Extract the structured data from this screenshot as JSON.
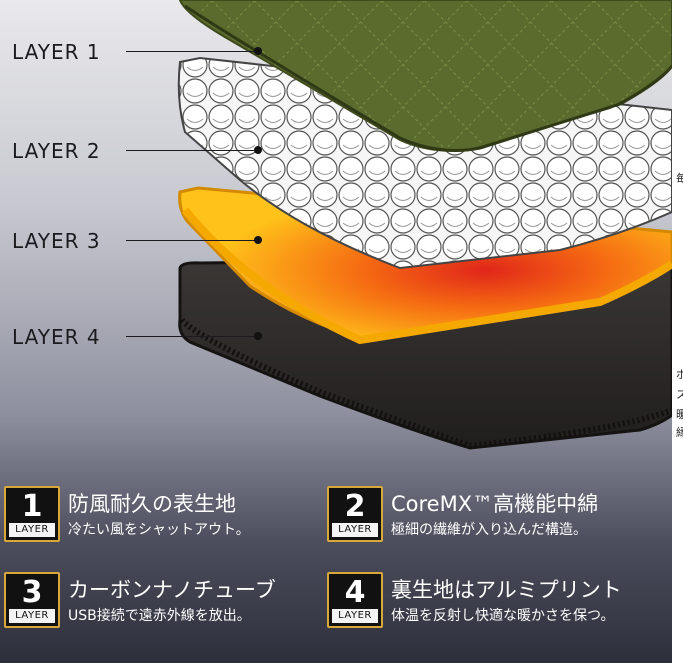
{
  "layer_labels": [
    "LAYER 1",
    "LAYER 2",
    "LAYER 3",
    "LAYER 4"
  ],
  "features": [
    {
      "number": "1",
      "tag": "LAYER",
      "title": "防風耐久の表生地",
      "subtitle": "冷たい風をシャットアウト。"
    },
    {
      "number": "2",
      "tag": "LAYER",
      "title": "CoreMX™高機能中綿",
      "subtitle": "極細の繊維が入り込んだ構造。"
    },
    {
      "number": "3",
      "tag": "LAYER",
      "title": "カーボンナノチューブ",
      "subtitle": "USB接続で遠赤外線を放出。"
    },
    {
      "number": "4",
      "tag": "LAYER",
      "title": "裏生地はアルミプリント",
      "subtitle": "体温を反射し快適な暖かさを保つ。"
    }
  ],
  "edge_glyphs": [
    "毎",
    "ポ",
    "ス",
    "暖",
    "縁"
  ],
  "colors": {
    "layer1_fabric": "#5a6b2d",
    "layer2_fill": "#ffffff",
    "layer3_heat": "#f5a800",
    "layer4_lining": "#2f2c2a",
    "badge_border": "#d8a83a"
  }
}
